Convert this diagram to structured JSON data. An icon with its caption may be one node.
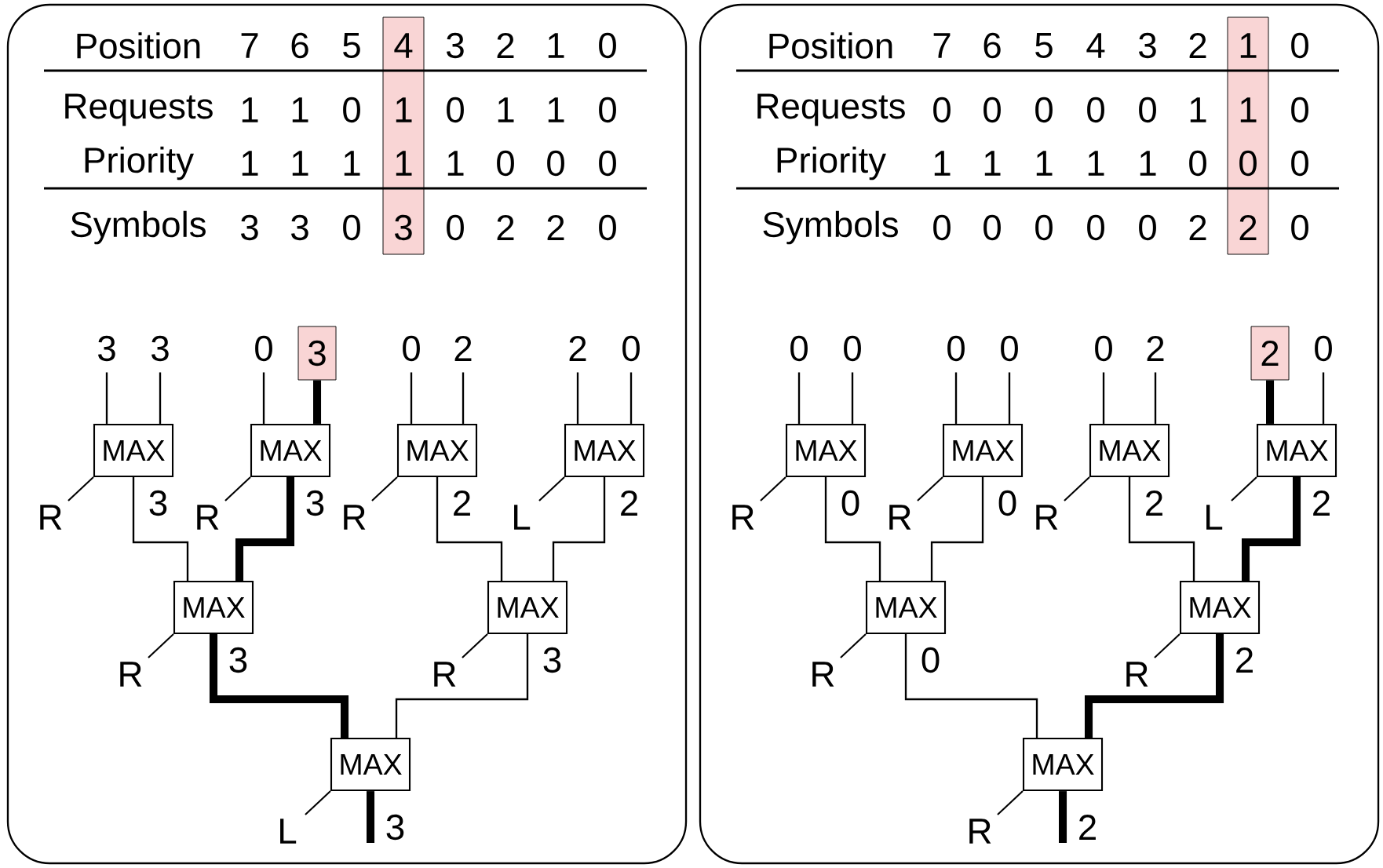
{
  "diagram": {
    "nodes": [
      {
        "text": [],
        "shape": "box"
      },
      {
        "text": [
          "3"
        ],
        "in": 0
      },
      {
        "text": [
          "3"
        ],
        "in": 0
      },
      {
        "text": [
          "0"
        ],
        "in": 0
      },
      {
        "text": [
          "3"
        ],
        "in": 0
      },
      {
        "text": [
          "0"
        ],
        "in": 0
      },
      {
        "text": [
          "2"
        ],
        "in": 0
      },
      {
        "text": [
          "2"
        ],
        "in": 0
      },
      {
        "text": [
          "0"
        ],
        "in": 0
      },
      {
        "text": [
          "MAX"
        ],
        "in": 0,
        "beside": [
          "R"
        ]
      },
      {
        "text": [
          "MAX"
        ],
        "in": 0,
        "beside": [
          "R"
        ]
      },
      {
        "text": [
          "MAX"
        ],
        "in": 0,
        "beside": [
          "R"
        ]
      },
      {
        "text": [
          "MAX"
        ],
        "in": 0,
        "beside": [
          "L"
        ]
      },
      {
        "text": [
          "MAX"
        ],
        "in": 0,
        "beside": [
          "R"
        ]
      },
      {
        "text": [
          "MAX"
        ],
        "in": 0,
        "beside": [
          "R"
        ]
      },
      {
        "text": [
          "MAX"
        ],
        "in": 0,
        "beside": [
          "L"
        ]
      },
      {
        "text": [],
        "shape": "box"
      },
      {
        "text": [
          "0"
        ],
        "in": 16
      },
      {
        "text": [
          "0"
        ],
        "in": 16
      },
      {
        "text": [
          "0"
        ],
        "in": 16
      },
      {
        "text": [
          "0"
        ],
        "in": 16
      },
      {
        "text": [
          "0"
        ],
        "in": 16
      },
      {
        "text": [
          "2"
        ],
        "in": 16
      },
      {
        "text": [
          "2"
        ],
        "in": 16
      },
      {
        "text": [
          "0"
        ],
        "in": 16
      },
      {
        "text": [
          "MAX"
        ],
        "in": 16,
        "beside": [
          "R"
        ]
      },
      {
        "text": [
          "MAX"
        ],
        "in": 16,
        "beside": [
          "R"
        ]
      },
      {
        "text": [
          "MAX"
        ],
        "in": 16,
        "beside": [
          "R"
        ]
      },
      {
        "text": [
          "MAX"
        ],
        "in": 16,
        "beside": [
          "L"
        ]
      },
      {
        "text": [
          "MAX"
        ],
        "in": 16,
        "beside": [
          "R"
        ]
      },
      {
        "text": [
          "MAX"
        ],
        "in": 16,
        "beside": [
          "R"
        ]
      },
      {
        "text": [
          "MAX"
        ],
        "in": 16,
        "beside": [
          "R"
        ]
      }
    ],
    "edges": [
      {
        "from": 1,
        "to": 9,
        "arrow": "none"
      },
      {
        "from": 2,
        "to": 9,
        "arrow": "none"
      },
      {
        "from": 3,
        "to": 10,
        "arrow": "none"
      },
      {
        "from": 4,
        "to": 10,
        "arrow": "none",
        "style": "thick"
      },
      {
        "from": 5,
        "to": 11,
        "arrow": "none"
      },
      {
        "from": 6,
        "to": 11,
        "arrow": "none"
      },
      {
        "from": 7,
        "to": 12,
        "arrow": "none"
      },
      {
        "from": 8,
        "to": 12,
        "arrow": "none"
      },
      {
        "from": 9,
        "to": 13,
        "arrow": "none",
        "label": "3"
      },
      {
        "from": 10,
        "to": 13,
        "arrow": "none",
        "label": "3",
        "style": "thick"
      },
      {
        "from": 11,
        "to": 14,
        "arrow": "none",
        "label": "2"
      },
      {
        "from": 12,
        "to": 14,
        "arrow": "none",
        "label": "2"
      },
      {
        "from": 13,
        "to": 15,
        "arrow": "none",
        "label": "3",
        "style": "thick"
      },
      {
        "from": 14,
        "to": 15,
        "arrow": "none",
        "label": "3"
      },
      {
        "from": 15,
        "to": null,
        "arrow": "none",
        "label": "3",
        "style": "thick"
      },
      {
        "from": 17,
        "to": 25,
        "arrow": "none"
      },
      {
        "from": 18,
        "to": 25,
        "arrow": "none"
      },
      {
        "from": 19,
        "to": 26,
        "arrow": "none"
      },
      {
        "from": 20,
        "to": 26,
        "arrow": "none"
      },
      {
        "from": 21,
        "to": 27,
        "arrow": "none"
      },
      {
        "from": 22,
        "to": 27,
        "arrow": "none"
      },
      {
        "from": 23,
        "to": 28,
        "arrow": "none",
        "style": "thick"
      },
      {
        "from": 24,
        "to": 28,
        "arrow": "none"
      },
      {
        "from": 25,
        "to": 29,
        "arrow": "none",
        "label": "0"
      },
      {
        "from": 26,
        "to": 29,
        "arrow": "none",
        "label": "0"
      },
      {
        "from": 27,
        "to": 30,
        "arrow": "none",
        "label": "2"
      },
      {
        "from": 28,
        "to": 30,
        "arrow": "none",
        "label": "2",
        "style": "thick"
      },
      {
        "from": 29,
        "to": 31,
        "arrow": "none",
        "label": "0"
      },
      {
        "from": 30,
        "to": 31,
        "arrow": "none",
        "label": "2",
        "style": "thick"
      },
      {
        "from": 31,
        "to": null,
        "arrow": "none",
        "label": "2",
        "style": "thick"
      }
    ],
    "labels": [
      "Position",
      "7",
      "6",
      "5",
      "4",
      "3",
      "2",
      "1",
      "0",
      "Requests",
      "1",
      "1",
      "0",
      "1",
      "0",
      "1",
      "1",
      "0",
      "Priority",
      "1",
      "1",
      "1",
      "1",
      "1",
      "0",
      "0",
      "0",
      "Symbols",
      "3",
      "3",
      "0",
      "3",
      "0",
      "2",
      "2",
      "0",
      "Position",
      "7",
      "6",
      "5",
      "4",
      "3",
      "2",
      "1",
      "0",
      "Requests",
      "0",
      "0",
      "0",
      "0",
      "0",
      "1",
      "1",
      "0",
      "Priority",
      "1",
      "1",
      "1",
      "1",
      "1",
      "0",
      "0",
      "0",
      "Symbols",
      "0",
      "0",
      "0",
      "0",
      "0",
      "2",
      "2",
      "0"
    ]
  }
}
